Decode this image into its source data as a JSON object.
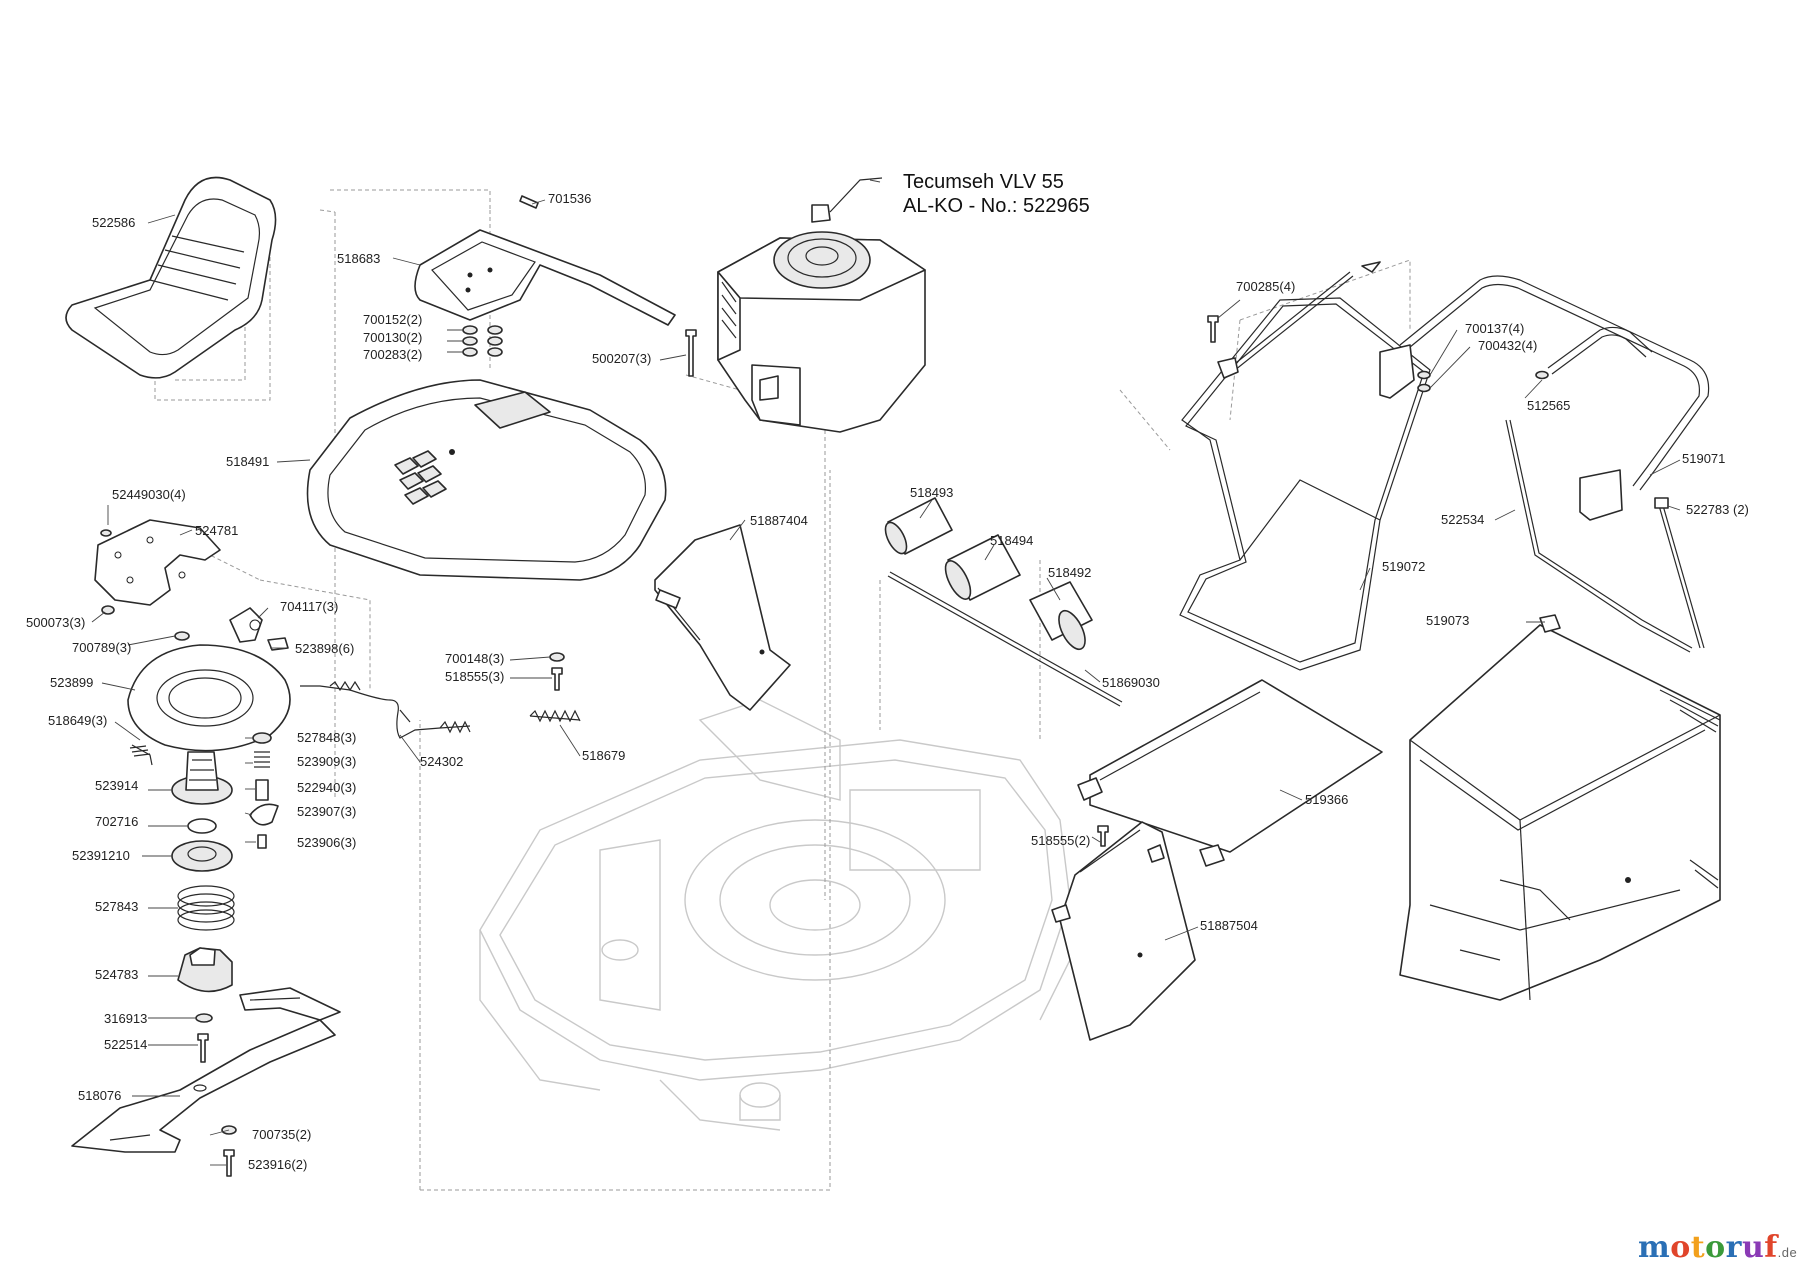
{
  "engine": {
    "line1": "Tecumseh VLV 55",
    "line2": "AL-KO - No.: 522965"
  },
  "parts": {
    "p522586": "522586",
    "p701536": "701536",
    "p518683": "518683",
    "p700152": "700152(2)",
    "p700130": "700130(2)",
    "p700283": "700283(2)",
    "p500207": "500207(3)",
    "p518491": "518491",
    "p52449030": "52449030(4)",
    "p524781": "524781",
    "p500073": "500073(3)",
    "p704117": "704117(3)",
    "p700789": "700789(3)",
    "p523898": "523898(6)",
    "p523899": "523899",
    "p518649": "518649(3)",
    "p527848": "527848(3)",
    "p523909": "523909(3)",
    "p523914": "523914",
    "p522940": "522940(3)",
    "p702716": "702716",
    "p523907": "523907(3)",
    "p52391210": "52391210",
    "p523906": "523906(3)",
    "p527843": "527843",
    "p524783": "524783",
    "p316913": "316913",
    "p522514": "522514",
    "p518076": "518076",
    "p700735": "700735(2)",
    "p523916": "523916(2)",
    "p700148": "700148(3)",
    "p518555a": "518555(3)",
    "p524302": "524302",
    "p518679": "518679",
    "p51887404": "51887404",
    "p518493": "518493",
    "p518494": "518494",
    "p518492": "518492",
    "p51869030": "51869030",
    "p700285": "700285(4)",
    "p700137": "700137(4)",
    "p700432": "700432(4)",
    "p512565": "512565",
    "p519071": "519071",
    "p522534": "522534",
    "p522783": "522783 (2)",
    "p519072": "519072",
    "p519073": "519073",
    "p519366": "519366",
    "p518555b": "518555(2)",
    "p51887504": "51887504"
  },
  "logo": {
    "letters": [
      "m",
      "o",
      "t",
      "o",
      "r",
      "u",
      "f"
    ],
    "suffix": ".de",
    "colors": [
      "#2a6fb5",
      "#e0452b",
      "#f2a01c",
      "#3a9a3a",
      "#2a6fb5",
      "#8a3ab5",
      "#e0452b"
    ]
  }
}
